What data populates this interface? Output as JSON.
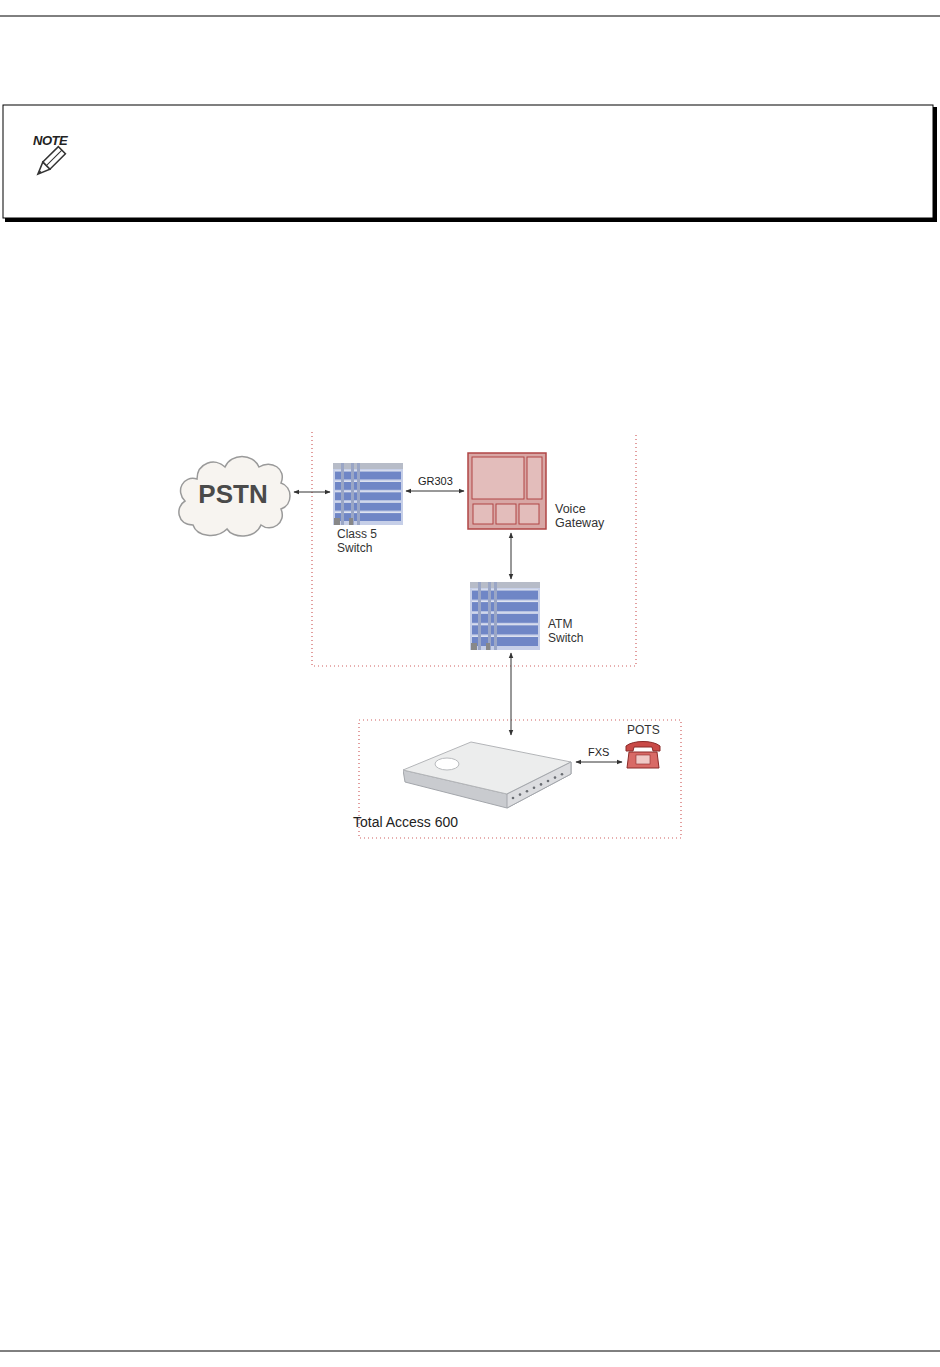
{
  "diagram": {
    "nodes": [
      {
        "text": [
          "PSTN"
        ]
      },
      {
        "text": [
          "Class 5 Switch"
        ]
      },
      {
        "text": [
          "Voice Gateway"
        ]
      },
      {
        "text": [
          "ATM Switch"
        ]
      },
      {
        "text": [
          "Total Access 600"
        ]
      },
      {
        "text": [
          "POTS"
        ]
      }
    ],
    "edges": [
      {
        "from": 0,
        "to": 1,
        "arrow": "both"
      },
      {
        "from": 1,
        "to": 2,
        "label": "GR303",
        "arrow": "both"
      },
      {
        "from": 2,
        "to": 3,
        "arrow": "both"
      },
      {
        "from": 3,
        "to": 4,
        "arrow": "both"
      },
      {
        "from": 4,
        "to": 5,
        "label": "FXS",
        "arrow": "both"
      }
    ],
    "labels": [
      "NOTE"
    ]
  }
}
